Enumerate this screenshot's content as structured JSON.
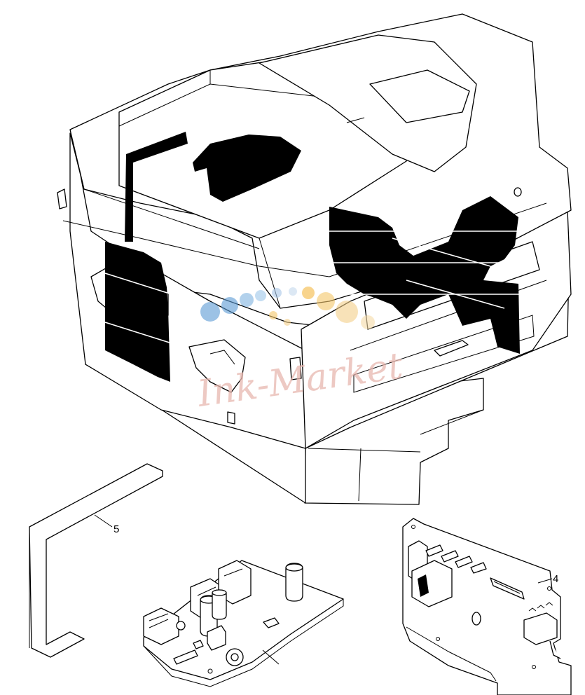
{
  "callouts": {
    "fpc_cable": "5",
    "main_board": "4"
  },
  "watermark": {
    "text": "Ink-Market",
    "colors": [
      "#5b9bd5",
      "#f4b942",
      "#e8b8b0"
    ]
  },
  "colors": {
    "line": "#000000",
    "background": "#ffffff"
  }
}
